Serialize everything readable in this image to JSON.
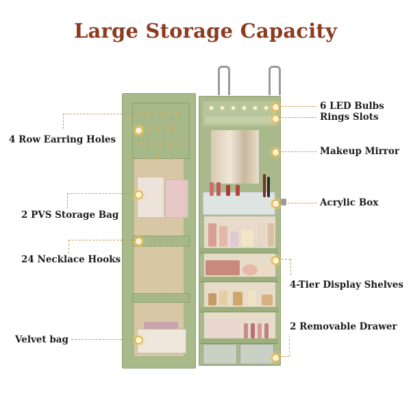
{
  "title": "Large Storage Capacity",
  "left_labels": [
    "4 Row Earring Holes",
    "2 PVS Storage Bag",
    "24 Necklace Hooks",
    "Velvet bag"
  ],
  "right_labels": [
    "6 LED Bulbs",
    "Rings Slots",
    "Makeup Mirror",
    "Acrylic Box",
    "4-Tier Display Shelves",
    "2 Removable Drawer"
  ],
  "colors": {
    "title": "#8c3b20",
    "cabinet_green": "#a9b98b",
    "leader": "#c99a5a"
  }
}
